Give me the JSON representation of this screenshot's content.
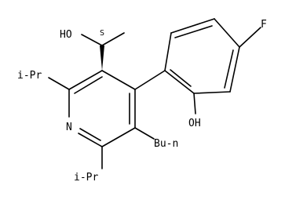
{
  "labels": {
    "hydroxyl_top": "HO",
    "stereo_descriptor": "S",
    "isopropyl_left_upper": "i-Pr",
    "isopropyl_left_lower": "i-Pr",
    "ring_nitrogen": "N",
    "butyl": "Bu-n",
    "fluorine": "F",
    "hydroxyl_phenol": "OH"
  }
}
